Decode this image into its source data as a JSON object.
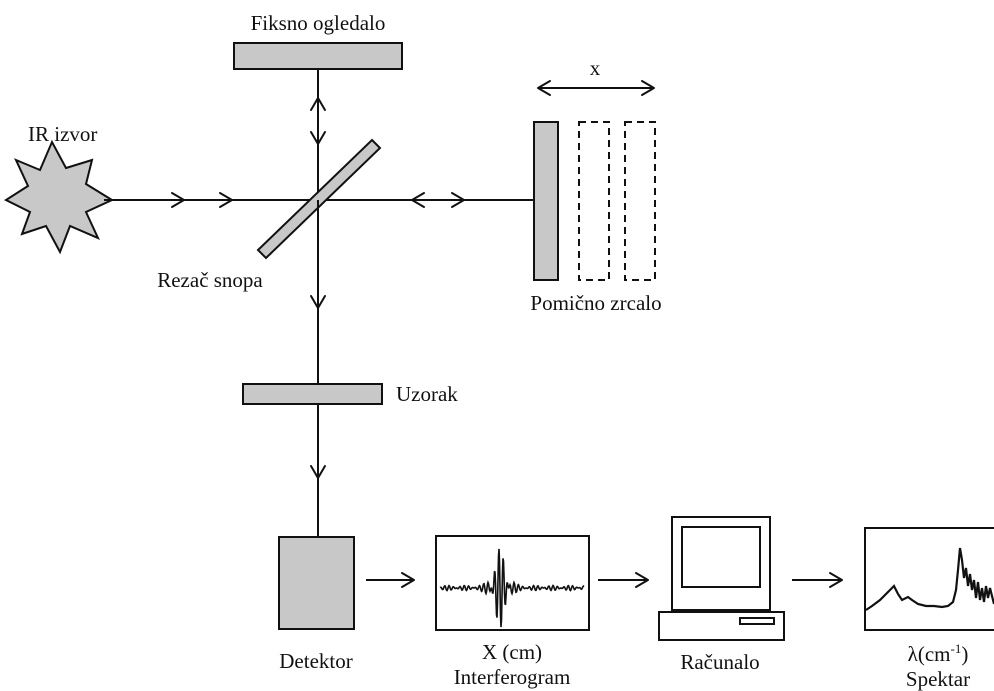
{
  "labels": {
    "fixed_mirror": "Fiksno ogledalo",
    "ir_source": "IR izvor",
    "beam_splitter": "Rezač snopa",
    "moving_mirror": "Pomično zrcalo",
    "displacement": "x",
    "sample": "Uzorak",
    "detector": "Detektor",
    "interferogram_axis": "X (cm)",
    "interferogram": "Interferogram",
    "computer": "Računalo",
    "spectrum_axis_base": "λ(cm",
    "spectrum_axis_exp": "-1",
    "spectrum_axis_close": ")",
    "spectrum": "Spektar"
  },
  "colors": {
    "component_fill": "#c8c8c8",
    "line": "#111111",
    "background": "#ffffff"
  },
  "icons": {
    "ir_source": "starburst-icon",
    "computer": "computer-icon"
  }
}
